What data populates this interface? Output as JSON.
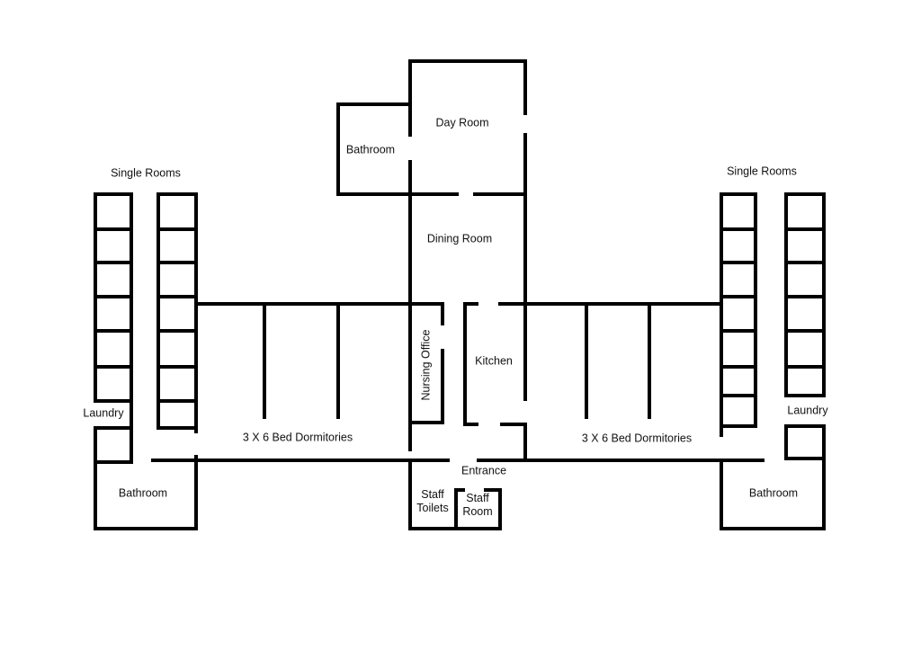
{
  "labels": {
    "day_room": "Day Room",
    "bathroom_top": "Bathroom",
    "dining_room": "Dining Room",
    "single_rooms_left": "Single Rooms",
    "single_rooms_right": "Single Rooms",
    "nursing_office": "Nursing Office",
    "kitchen": "Kitchen",
    "laundry_left": "Laundry",
    "laundry_right": "Laundry",
    "dormitories_left": "3 X 6 Bed Dormitories",
    "dormitories_right": "3 X 6 Bed Dormitories",
    "entrance": "Entrance",
    "bathroom_left": "Bathroom",
    "bathroom_right": "Bathroom",
    "staff_toilets": "Staff\nToilets",
    "staff_room": "Staff\nRoom"
  },
  "colors": {
    "wall": "#000000",
    "background": "#ffffff"
  }
}
